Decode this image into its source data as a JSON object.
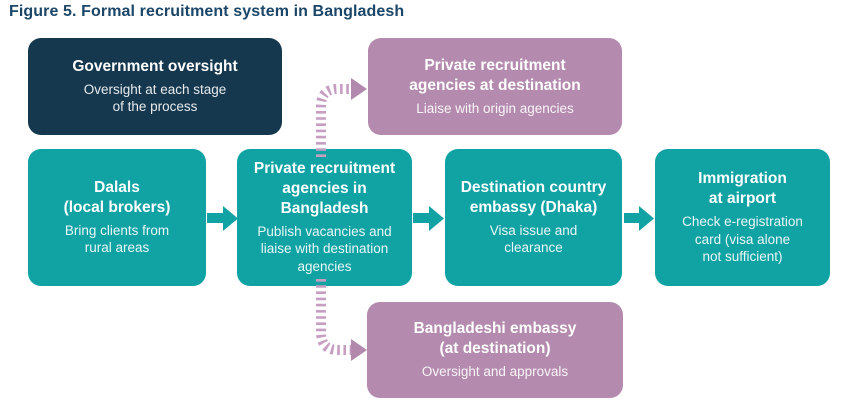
{
  "figure_title": "Figure 5. Formal recruitment system in Bangladesh",
  "colors": {
    "title-text": "#1b4668",
    "navy": "#15384f",
    "teal": "#11a3a4",
    "purple": "#b48bae",
    "dash": "#c69ec1",
    "dash-head": "#b288ad"
  },
  "boxes": {
    "government_oversight": {
      "title": "Government oversight",
      "subtitle": "Oversight at each stage\nof the process"
    },
    "agencies_destination": {
      "title": "Private recruitment\nagencies at destination",
      "subtitle": "Liaise with origin agencies"
    },
    "dalals": {
      "title": "Dalals\n(local brokers)",
      "subtitle": "Bring clients from\nrural areas"
    },
    "agencies_bangladesh": {
      "title": "Private recruitment\nagencies in\nBangladesh",
      "subtitle": "Publish vacancies and\nliaise with destination\nagencies"
    },
    "destination_embassy": {
      "title": "Destination country\nembassy (Dhaka)",
      "subtitle": "Visa issue and\nclearance"
    },
    "immigration": {
      "title": "Immigration\nat airport",
      "subtitle": "Check e-registration\ncard (visa alone\nnot sufficient)"
    },
    "bangladeshi_embassy": {
      "title": "Bangladeshi embassy\n(at destination)",
      "subtitle": "Oversight and approvals"
    }
  },
  "connectors": [
    {
      "from": "dalals",
      "to": "agencies_bangladesh",
      "style": "solid"
    },
    {
      "from": "agencies_bangladesh",
      "to": "destination_embassy",
      "style": "solid"
    },
    {
      "from": "destination_embassy",
      "to": "immigration",
      "style": "solid"
    },
    {
      "from": "agencies_bangladesh",
      "to": "agencies_destination",
      "style": "dashed"
    },
    {
      "from": "agencies_bangladesh",
      "to": "bangladeshi_embassy",
      "style": "dashed"
    }
  ]
}
